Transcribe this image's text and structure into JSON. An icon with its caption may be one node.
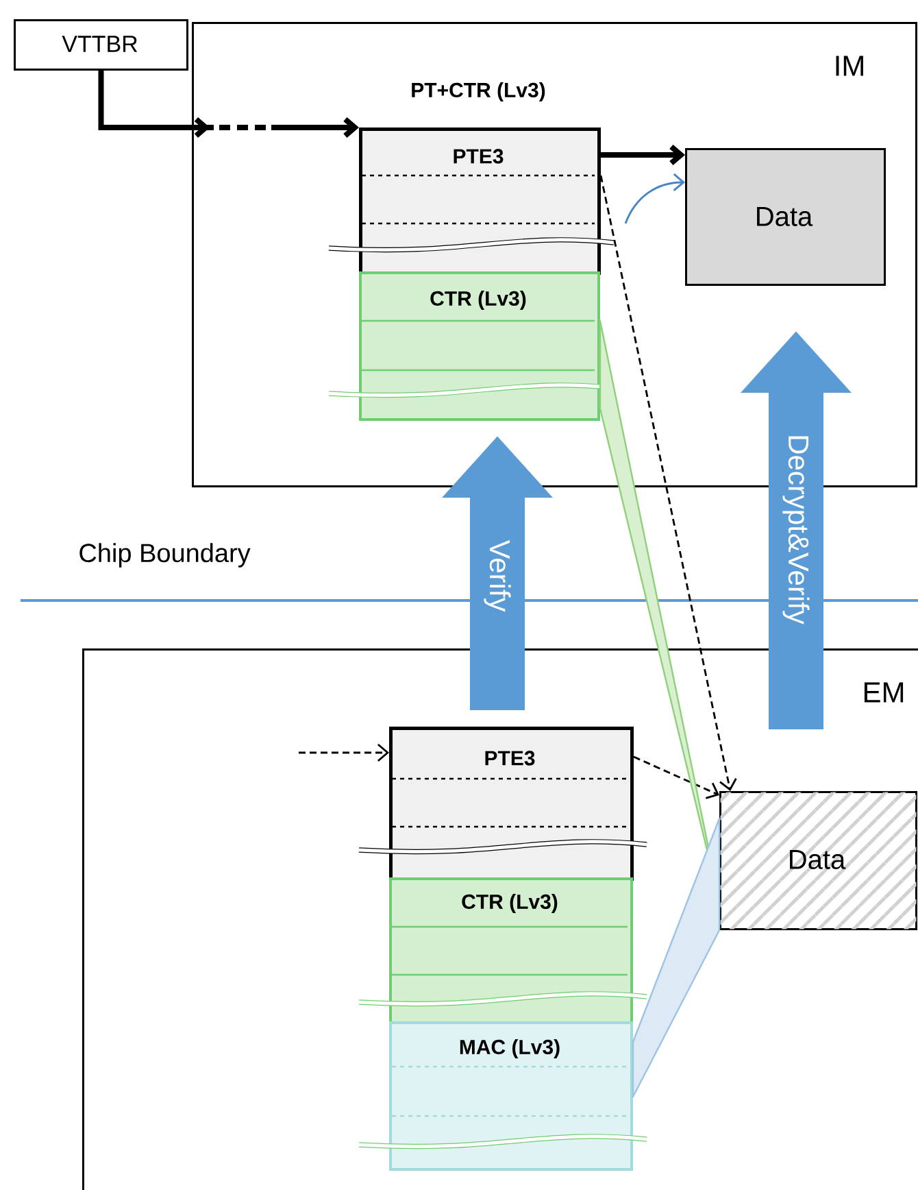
{
  "diagram": {
    "nodes": [
      {
        "text": [
          "IM"
        ]
      },
      {
        "text": [
          "VTTBR"
        ]
      },
      {
        "text": [
          "PT+CTR (Lv3)",
          "PTE3"
        ],
        "in": 0
      },
      {
        "text": [
          "CTR (Lv3)"
        ],
        "in": 0
      },
      {
        "text": [
          "Data"
        ],
        "in": 0
      },
      {
        "text": [
          "EM"
        ]
      },
      {
        "text": [
          "PTE3"
        ],
        "in": 5
      },
      {
        "text": [
          "CTR (Lv3)"
        ],
        "in": 5
      },
      {
        "text": [
          "MAC (Lv3)"
        ],
        "in": 5
      },
      {
        "text": [
          "Data"
        ],
        "in": 5
      }
    ],
    "edges": [
      {
        "from": 1,
        "to": 2,
        "arrow": "to",
        "style": "thick"
      },
      {
        "from": 2,
        "to": 4,
        "arrow": "to",
        "style": "thick"
      },
      {
        "from": 2,
        "to": 4,
        "arrow": "to",
        "color": "#4a86c0"
      },
      {
        "from": 2,
        "to": 9,
        "arrow": "to",
        "style": "dashed"
      },
      {
        "from": null,
        "to": 6,
        "arrow": "to",
        "style": "dashed"
      },
      {
        "from": 6,
        "to": 9,
        "arrow": "to",
        "style": "dashed"
      },
      {
        "from": 3,
        "to": 9,
        "arrow": "none",
        "color": "#8fd07a"
      },
      {
        "from": 8,
        "to": 9,
        "arrow": "none",
        "color": "#9dc3e6"
      },
      {
        "from": null,
        "to": 3,
        "arrow": "to",
        "label": "Verify",
        "style": "thick",
        "color": "#5b9bd5"
      },
      {
        "from": null,
        "to": 4,
        "arrow": "to",
        "label": "Decrypt&Verify",
        "style": "thick",
        "color": "#5b9bd5"
      }
    ],
    "labels": [
      "Chip Boundary"
    ]
  }
}
